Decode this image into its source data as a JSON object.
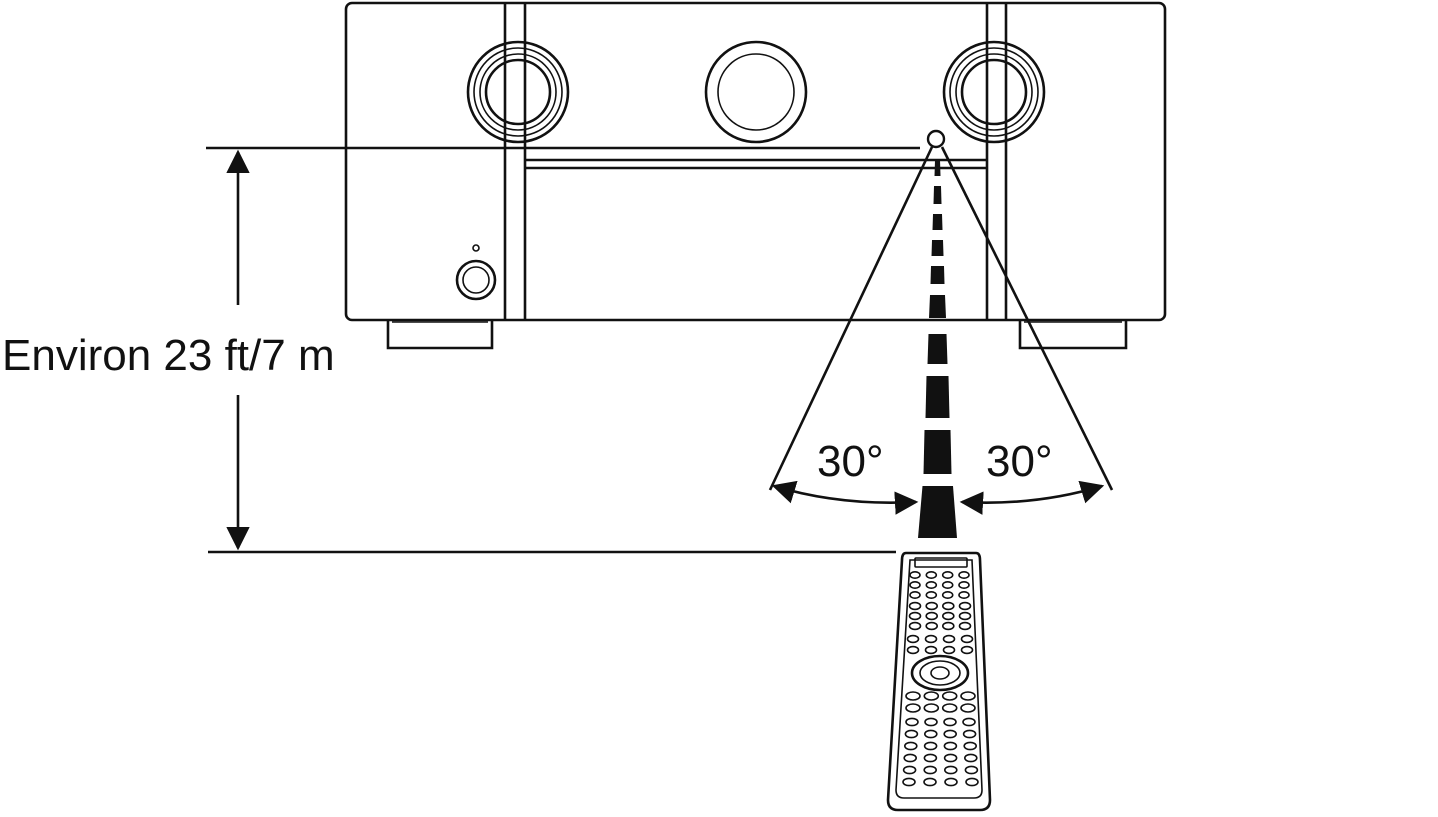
{
  "distance_label": "Environ 23 ft/7 m",
  "angle_left_label": "30°",
  "angle_right_label": "30°",
  "icons": [
    "av-receiver-icon",
    "remote-control-icon",
    "ir-sensor-icon",
    "signal-beam-icon"
  ],
  "colors": {
    "ink": "#111111",
    "background": "#ffffff"
  }
}
